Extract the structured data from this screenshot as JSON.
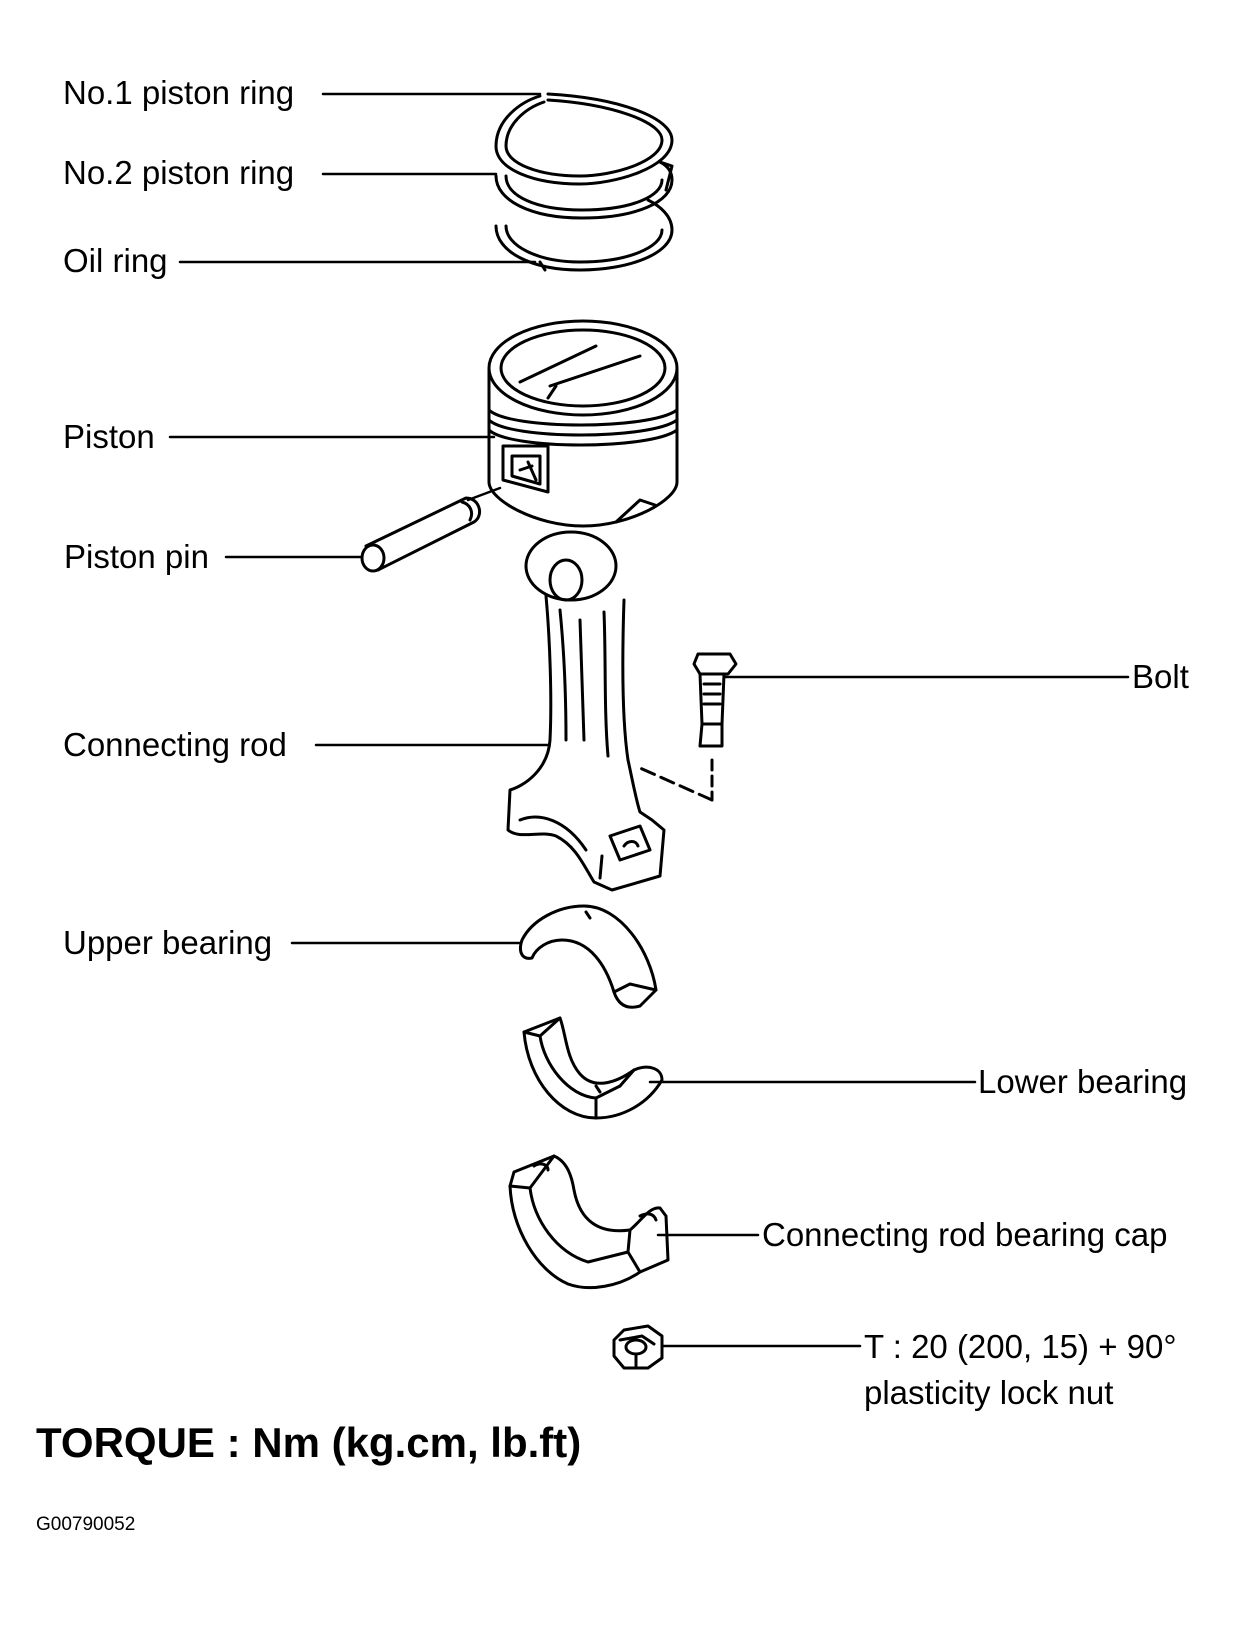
{
  "labels": {
    "ring1": "No.1 piston ring",
    "ring2": "No.2 piston ring",
    "oil_ring": "Oil ring",
    "piston": "Piston",
    "piston_pin": "Piston pin",
    "bolt": "Bolt",
    "connecting_rod": "Connecting rod",
    "upper_bearing": "Upper bearing",
    "lower_bearing": "Lower bearing",
    "bearing_cap": "Connecting rod bearing cap",
    "torque_spec": "T : 20 (200, 15) + 90°",
    "lock_nut": "plasticity lock nut"
  },
  "footer": {
    "torque_title": "TORQUE : Nm (kg.cm, lb.ft)",
    "figure_code": "G00790052"
  },
  "colors": {
    "ink": "#000000",
    "paper": "#ffffff"
  }
}
